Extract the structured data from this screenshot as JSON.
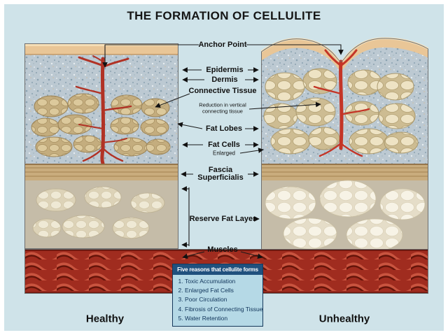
{
  "title": "THE FORMATION OF CELLULITE",
  "labels": {
    "anchor_point": "Anchor Point",
    "epidermis": "Epidermis",
    "dermis": "Dermis",
    "connective_tissue": "Connective Tissue",
    "reduction_note": "Reduction in vertical connecting tissue",
    "fat_lobes": "Fat Lobes",
    "fat_cells": "Fat Cells",
    "enlarged_note": "Enlarged",
    "fascia_line1": "Fascia",
    "fascia_line2": "Superficialis",
    "reserve_fat_layer": "Reserve Fat Layer",
    "muscles": "Muscles"
  },
  "captions": {
    "left": "Healthy",
    "right": "Unhealthy"
  },
  "info_box": {
    "title": "Five reasons that cellulite forms",
    "items": [
      "Toxic Accumulation",
      "Enlarged Fat Cells",
      "Poor Circulation",
      "Fibrosis of Connecting Tissue",
      "Water Retention"
    ]
  },
  "colors": {
    "background": "#cfe3e9",
    "epidermis": "#e9c697",
    "dermis_speckle": "#bcc9d2",
    "fat_lobe": "#dcc99c",
    "fascia": "#c9ac7d",
    "reserve_fat": "#c5bca8",
    "muscle": "#a02c1f",
    "connective_red": "#bb3527",
    "info_header_bg": "#20517e",
    "info_body_bg": "#b5d9e6"
  }
}
